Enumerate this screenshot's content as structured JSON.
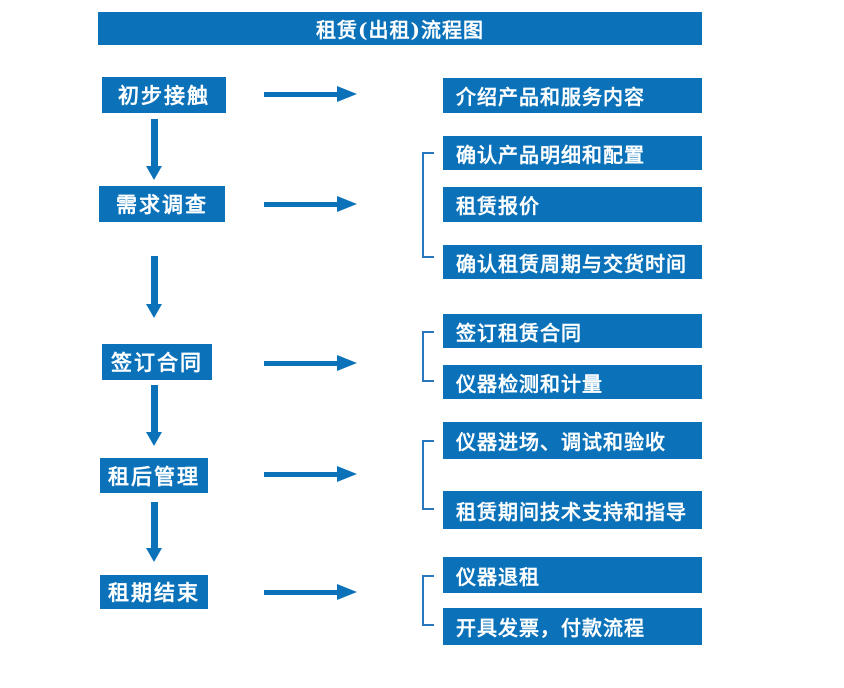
{
  "title": "租赁(出租)流程图",
  "colors": {
    "primary": "#0b72ba",
    "bracket": "#2b77bd",
    "box_text": "#ffffff",
    "background": "#ffffff"
  },
  "flow": {
    "steps": [
      {
        "label": "初步接触",
        "outputs": [
          "介绍产品和服务内容"
        ]
      },
      {
        "label": "需求调查",
        "outputs": [
          "确认产品明细和配置",
          "租赁报价",
          "确认租赁周期与交货时间"
        ]
      },
      {
        "label": "签订合同",
        "outputs": [
          "签订租赁合同",
          "仪器检测和计量"
        ]
      },
      {
        "label": "租后管理",
        "outputs": [
          "仪器进场、调试和验收",
          "租赁期间技术支持和指导"
        ]
      },
      {
        "label": "租期结束",
        "outputs": [
          "仪器退租",
          "开具发票，付款流程"
        ]
      }
    ]
  }
}
